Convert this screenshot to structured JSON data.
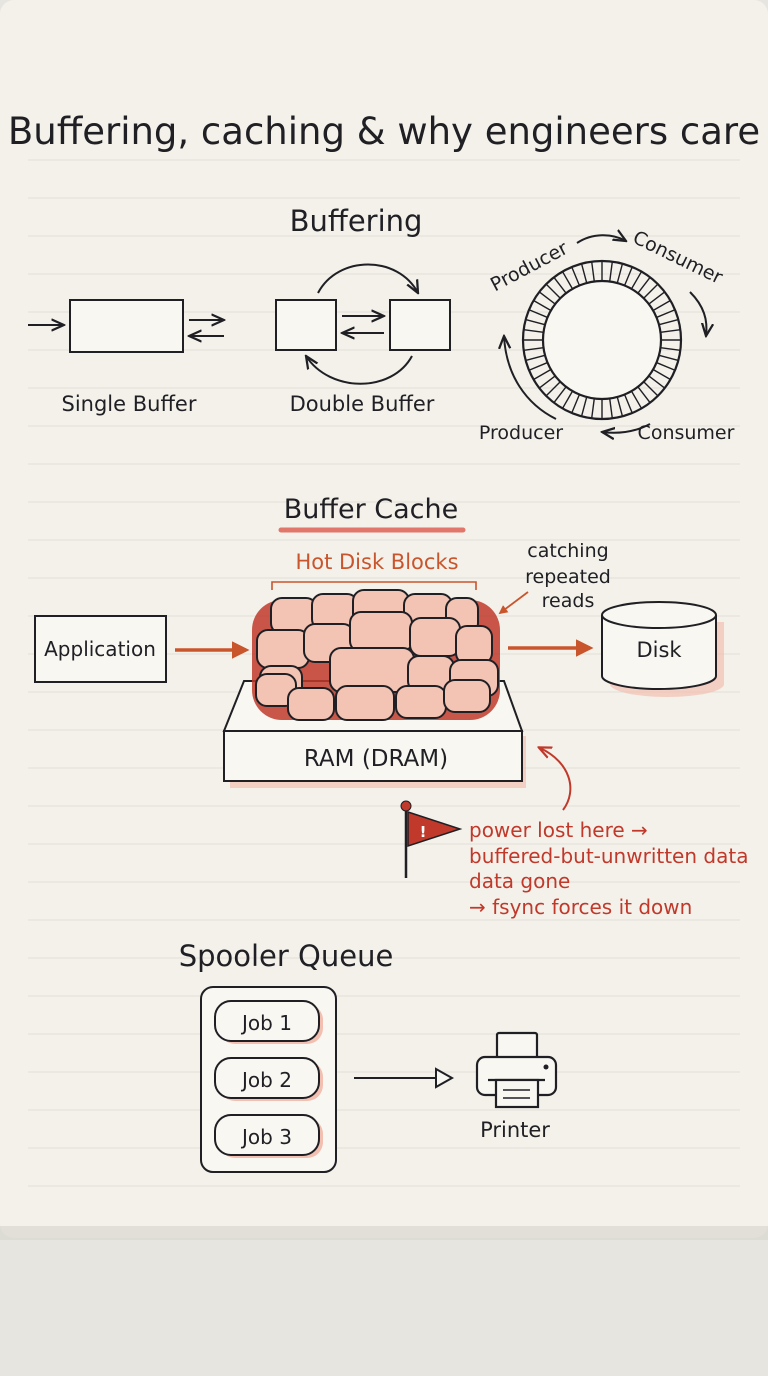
{
  "title": "Buffering, caching & why engineers care",
  "buffering": {
    "heading": "Buffering",
    "single_buffer": "Single Buffer",
    "double_buffer": "Double Buffer",
    "ring": {
      "producer_top": "Producer",
      "consumer_top": "Consumer",
      "producer_bottom": "Producer",
      "consumer_bottom": "Consumer"
    }
  },
  "buffer_cache": {
    "heading": "Buffer Cache",
    "hot_blocks": "Hot Disk Blocks",
    "note": [
      "catching",
      "repeated",
      "reads"
    ],
    "application": "Application",
    "disk": "Disk",
    "ram": "RAM (DRAM)",
    "flag_glyph": "!",
    "power_note": [
      "power lost here →",
      "buffered-but-unwritten data",
      "data gone",
      "→ fsync forces it down"
    ]
  },
  "spooler": {
    "heading": "Spooler Queue",
    "jobs": [
      "Job 1",
      "Job 2",
      "Job 3"
    ],
    "printer": "Printer"
  },
  "colors": {
    "ink": "#1f1f24",
    "accent": "#c0392b",
    "orange": "#c9552d",
    "block_fill": "#f3c4b4",
    "paper": "#f3f1ea"
  }
}
